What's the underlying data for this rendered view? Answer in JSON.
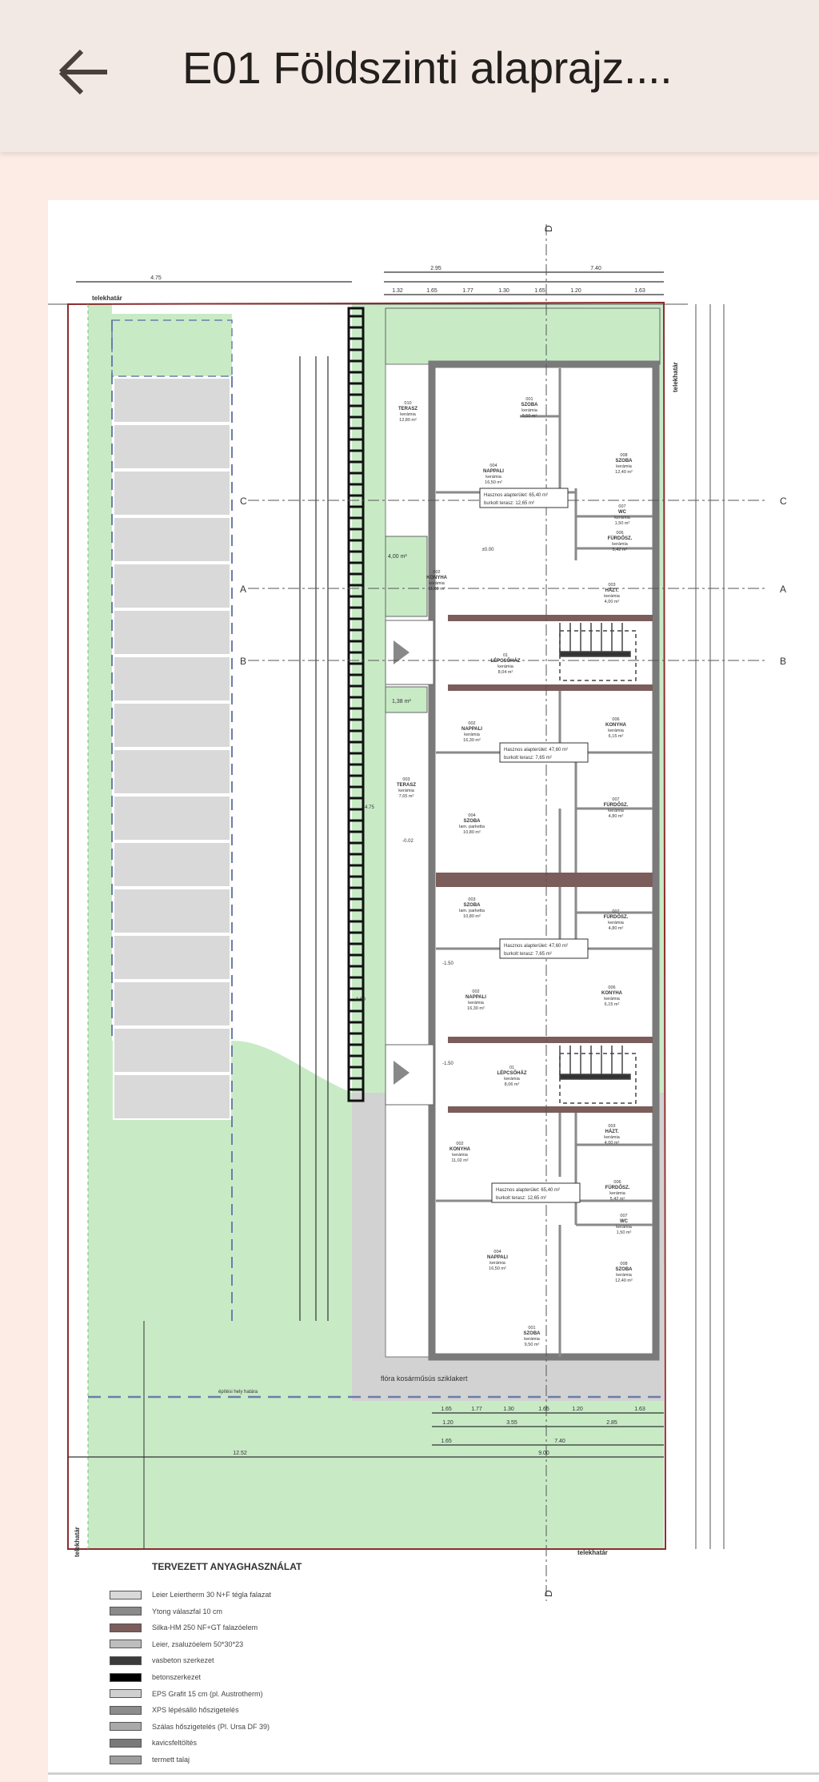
{
  "appbar": {
    "title": "E01 Földszinti alaprajz....",
    "back_icon": "arrow-left-icon"
  },
  "plan": {
    "boundary_labels": [
      "telekhatár",
      "telekhatár",
      "telekhatár",
      "telekhatár"
    ],
    "building_line_label": "építési hely határa",
    "garden_label": "flóra kosárműsús sziklakert",
    "sections": {
      "a": "A",
      "b": "B",
      "c": "C",
      "d": "D"
    },
    "green_areas": [
      "4,00 m²",
      "1,38 m²"
    ],
    "top_dims": [
      "2.95",
      "7.40",
      "4.75",
      "1.32",
      "1.65",
      "1.77",
      "1.30",
      "1.65",
      "1.20",
      "1.63"
    ],
    "bottom_dims": [
      "1.65",
      "1.77",
      "1.30",
      "1.65",
      "1.20",
      "1.63",
      "1.20",
      "3.55",
      "2.85",
      "1.65",
      "7.40",
      "12.52",
      "9.00"
    ],
    "levels": [
      "±0.00",
      "-0.02",
      "-1.50",
      "-1.50",
      "4.75",
      "-1.50"
    ],
    "unit_summaries": [
      {
        "area": "Hasznos alapterület: 65,40 m²",
        "terrace": "burkolt terasz: 12,65 m²"
      },
      {
        "area": "Hasznos alapterület: 47,60 m²",
        "terrace": "burkolt terasz: 7,65 m²"
      },
      {
        "area": "Hasznos alapterület: 47,60 m²",
        "terrace": "burkolt terasz: 7,65 m²"
      },
      {
        "area": "Hasznos alapterület: 65,40 m²",
        "terrace": "burkolt terasz: 12,65 m²"
      }
    ],
    "rooms": [
      {
        "code": "010",
        "name": "TERASZ",
        "floor": "kerámia",
        "area": "12,80 m²"
      },
      {
        "code": "001",
        "name": "SZOBA",
        "floor": "kerámia",
        "area": "9,50 m²"
      },
      {
        "code": "004",
        "name": "NAPPALI",
        "floor": "kerámia",
        "area": "16,50 m²"
      },
      {
        "code": "008",
        "name": "SZOBA",
        "floor": "kerámia",
        "area": "12,40 m²"
      },
      {
        "code": "007",
        "name": "WC",
        "floor": "kerámia",
        "area": "1,50 m²"
      },
      {
        "code": "006",
        "name": "FÜRDŐSZ.",
        "floor": "kerámia",
        "area": "5,42 m²"
      },
      {
        "code": "002",
        "name": "KONYHA",
        "floor": "kerámia",
        "area": "11,02 m²"
      },
      {
        "code": "003",
        "name": "HÁZT.",
        "floor": "kerámia",
        "area": "4,00 m²"
      },
      {
        "code": "01",
        "name": "LÉPCSŐHÁZ",
        "floor": "kerámia",
        "area": "8,04 m²"
      },
      {
        "code": "002",
        "name": "NAPPALI",
        "floor": "kerámia",
        "area": "16,30 m²"
      },
      {
        "code": "006",
        "name": "KONYHA",
        "floor": "kerámia",
        "area": "6,15 m²"
      },
      {
        "code": "003",
        "name": "TERASZ",
        "floor": "kerámia",
        "area": "7,65 m²"
      },
      {
        "code": "004",
        "name": "SZOBA",
        "floor": "lam. parketta",
        "area": "10,80 m²"
      },
      {
        "code": "007",
        "name": "FÜRDŐSZ.",
        "floor": "kerámia",
        "area": "4,80 m²"
      },
      {
        "code": "003",
        "name": "SZOBA",
        "floor": "lam. parketta",
        "area": "10,80 m²"
      },
      {
        "code": "007",
        "name": "FÜRDŐSZ.",
        "floor": "kerámia",
        "area": "4,80 m²"
      },
      {
        "code": "002",
        "name": "NAPPALI",
        "floor": "kerámia",
        "area": "16,30 m²"
      },
      {
        "code": "006",
        "name": "KONYHA",
        "floor": "kerámia",
        "area": "6,15 m²"
      },
      {
        "code": "01",
        "name": "LÉPCSŐHÁZ",
        "floor": "kerámia",
        "area": "8,06 m²"
      },
      {
        "code": "002",
        "name": "KONYHA",
        "floor": "kerámia",
        "area": "11,02 m²"
      },
      {
        "code": "003",
        "name": "HÁZT.",
        "floor": "kerámia",
        "area": "4,00 m²"
      },
      {
        "code": "006",
        "name": "FÜRDŐSZ.",
        "floor": "kerámia",
        "area": "5,42 m²"
      },
      {
        "code": "007",
        "name": "WC",
        "floor": "kerámia",
        "area": "1,50 m²"
      },
      {
        "code": "004",
        "name": "NAPPALI",
        "floor": "kerámia",
        "area": "16,50 m²"
      },
      {
        "code": "008",
        "name": "SZOBA",
        "floor": "kerámia",
        "area": "12,40 m²"
      },
      {
        "code": "001",
        "name": "SZOBA",
        "floor": "kerámia",
        "area": "9,50 m²"
      }
    ]
  },
  "legend": {
    "title": "TERVEZETT ANYAGHASZNÁLAT",
    "items": [
      {
        "label": "Leier Leiertherm 30 N+F tégla falazat",
        "color": "#d9d9d9"
      },
      {
        "label": "Ytong válaszfal 10 cm",
        "color": "#8a8a8a"
      },
      {
        "label": "Silka-HM 250 NF+GT falazóelem",
        "color": "#7b5d5b"
      },
      {
        "label": "Leier, zsaluzóelem 50*30*23",
        "color": "#bdbdbd"
      },
      {
        "label": "vasbeton szerkezet",
        "color": "#3a3a3a"
      },
      {
        "label": "betonszerkezet",
        "color": "#000000"
      },
      {
        "label": "EPS Grafit 15 cm (pl. Austrotherm)",
        "color": "#cfcfcf"
      },
      {
        "label": "XPS lépésálló hőszigetelés",
        "color": "#8c8c8c"
      },
      {
        "label": "Szálas hőszigetelés (Pl. Ursa DF 39)",
        "color": "#a9a9a9"
      },
      {
        "label": "kavicsfeltöltés",
        "color": "#7a7a7a"
      },
      {
        "label": "termett talaj",
        "color": "#9e9e9e"
      }
    ]
  },
  "colors": {
    "green": "#c8ebc6",
    "gravel": "#cfcfcf",
    "party_wall": "#7b5d5b",
    "boundary": "#8b2e2e"
  }
}
